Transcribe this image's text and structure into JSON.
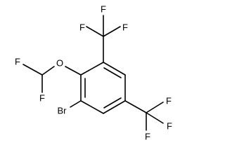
{
  "molecule": {
    "atoms": {
      "f_top_left": "F",
      "f_top_mid": "F",
      "f_top_right": "F",
      "o_ether": "O",
      "f_chf2_upper": "F",
      "f_chf2_lower": "F",
      "br": "Br",
      "f_right_top": "F",
      "f_right_mid": "F",
      "f_right_bottom": "F"
    },
    "colors": {
      "bond": "#000000",
      "label": "#000000",
      "background": "#ffffff"
    }
  }
}
